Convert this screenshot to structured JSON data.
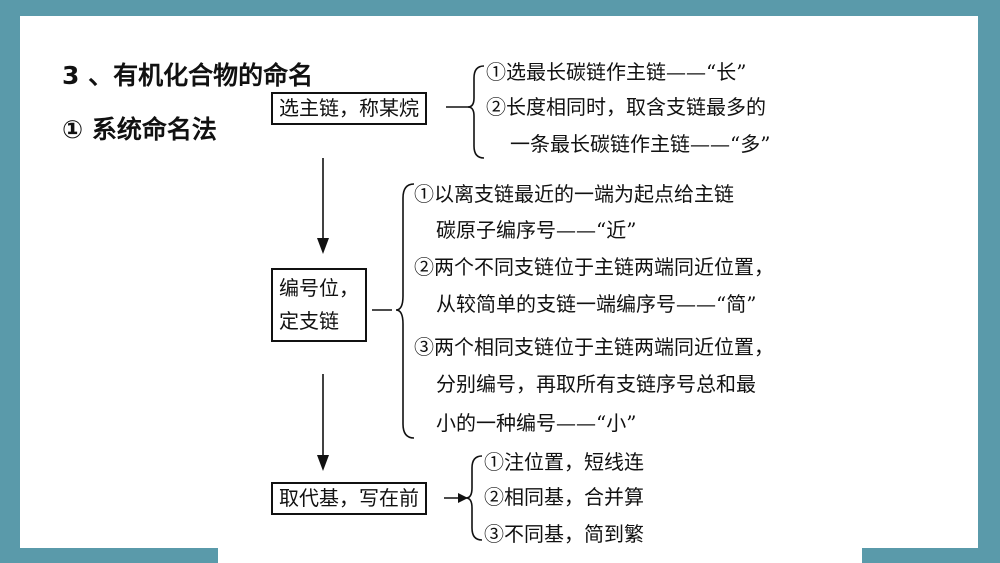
{
  "title": "3 、有机化合物的命名",
  "subtitle": "① 系统命名法",
  "step1": {
    "box": "选主链，称某烷",
    "dash": "—",
    "rules": [
      "①选最长碳链作主链——“长”",
      "②长度相同时，取含支链最多的",
      "一条最长碳链作主链——“多”"
    ]
  },
  "step2": {
    "box_line1": "编号位，",
    "box_line2": "定支链",
    "dash": "—",
    "rules": [
      "①以离支链最近的一端为起点给主链",
      "碳原子编序号——“近”",
      "②两个不同支链位于主链两端同近位置，",
      "从较简单的支链一端编序号——“简”",
      "③两个相同支链位于主链两端同近位置，",
      "分别编号，再取所有支链序号总和最",
      "小的一种编号——“小”"
    ]
  },
  "step3": {
    "box": "取代基，写在前",
    "rules": [
      "①注位置，短线连",
      "②相同基，合并算",
      "③不同基，简到繁"
    ]
  }
}
